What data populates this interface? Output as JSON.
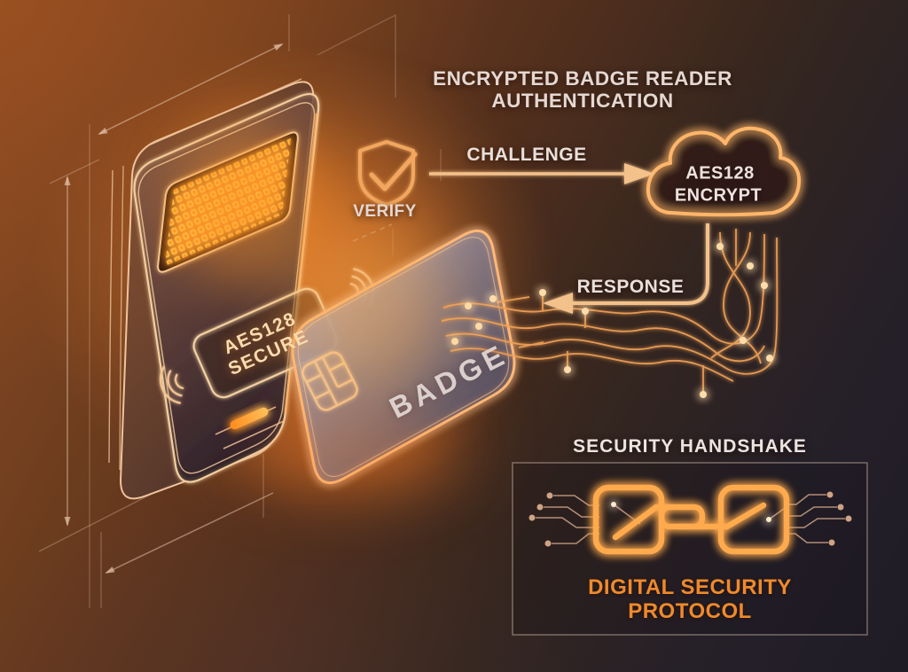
{
  "title": {
    "line1": "ENCRYPTED BADGE READER",
    "line2": "AUTHENTICATION"
  },
  "verify": {
    "label": "VERIFY"
  },
  "challenge": {
    "label": "CHALLENGE"
  },
  "response": {
    "label": "RESPONSE"
  },
  "cloud": {
    "line1": "AES128",
    "line2": "ENCRYPT"
  },
  "reader": {
    "label_line1": "AES128",
    "label_line2": "SECURE"
  },
  "badge": {
    "label": "BADGE"
  },
  "handshake": {
    "title": "SECURITY HANDSHAKE",
    "caption_line1": "DIGITAL SECURITY",
    "caption_line2": "PROTOCOL"
  },
  "colors": {
    "background_top_left": "#8a4a24",
    "background_bottom_right": "#1f1c26",
    "outline_cream": "#f2cb9e",
    "glow_orange": "#ff9a3c",
    "led_orange": "#ffb638",
    "chain_orange": "#ffaa4c",
    "protocol_orange": "#ee8a2c",
    "text_light": "#e5d8d2"
  }
}
